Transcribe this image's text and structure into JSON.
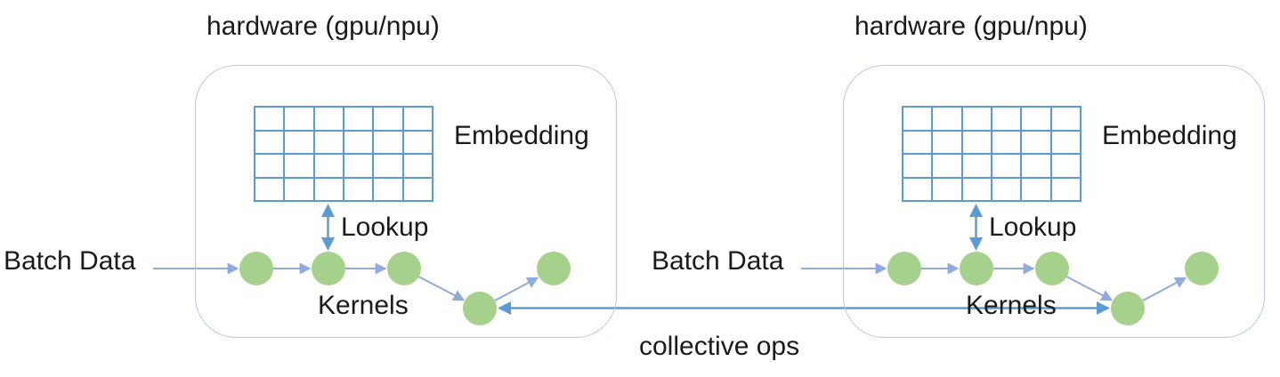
{
  "diagram": {
    "collective_ops_label": "collective ops",
    "colors": {
      "node_green": "#a5d18c",
      "flow_arrow_blue": "#8faadc",
      "accent_blue": "#5b9bd5",
      "box_border_blue": "#b4c7e7",
      "text": "#1a1a1a"
    },
    "units": [
      {
        "title": "hardware (gpu/npu)",
        "embedding_label": "Embedding",
        "lookup_label": "Lookup",
        "kernels_label": "Kernels",
        "batch_data_label": "Batch Data",
        "grid": {
          "rows": 4,
          "cols": 6
        },
        "kernel_node_count": 5
      },
      {
        "title": "hardware (gpu/npu)",
        "embedding_label": "Embedding",
        "lookup_label": "Lookup",
        "kernels_label": "Kernels",
        "batch_data_label": "Batch Data",
        "grid": {
          "rows": 4,
          "cols": 6
        },
        "kernel_node_count": 5
      }
    ]
  }
}
